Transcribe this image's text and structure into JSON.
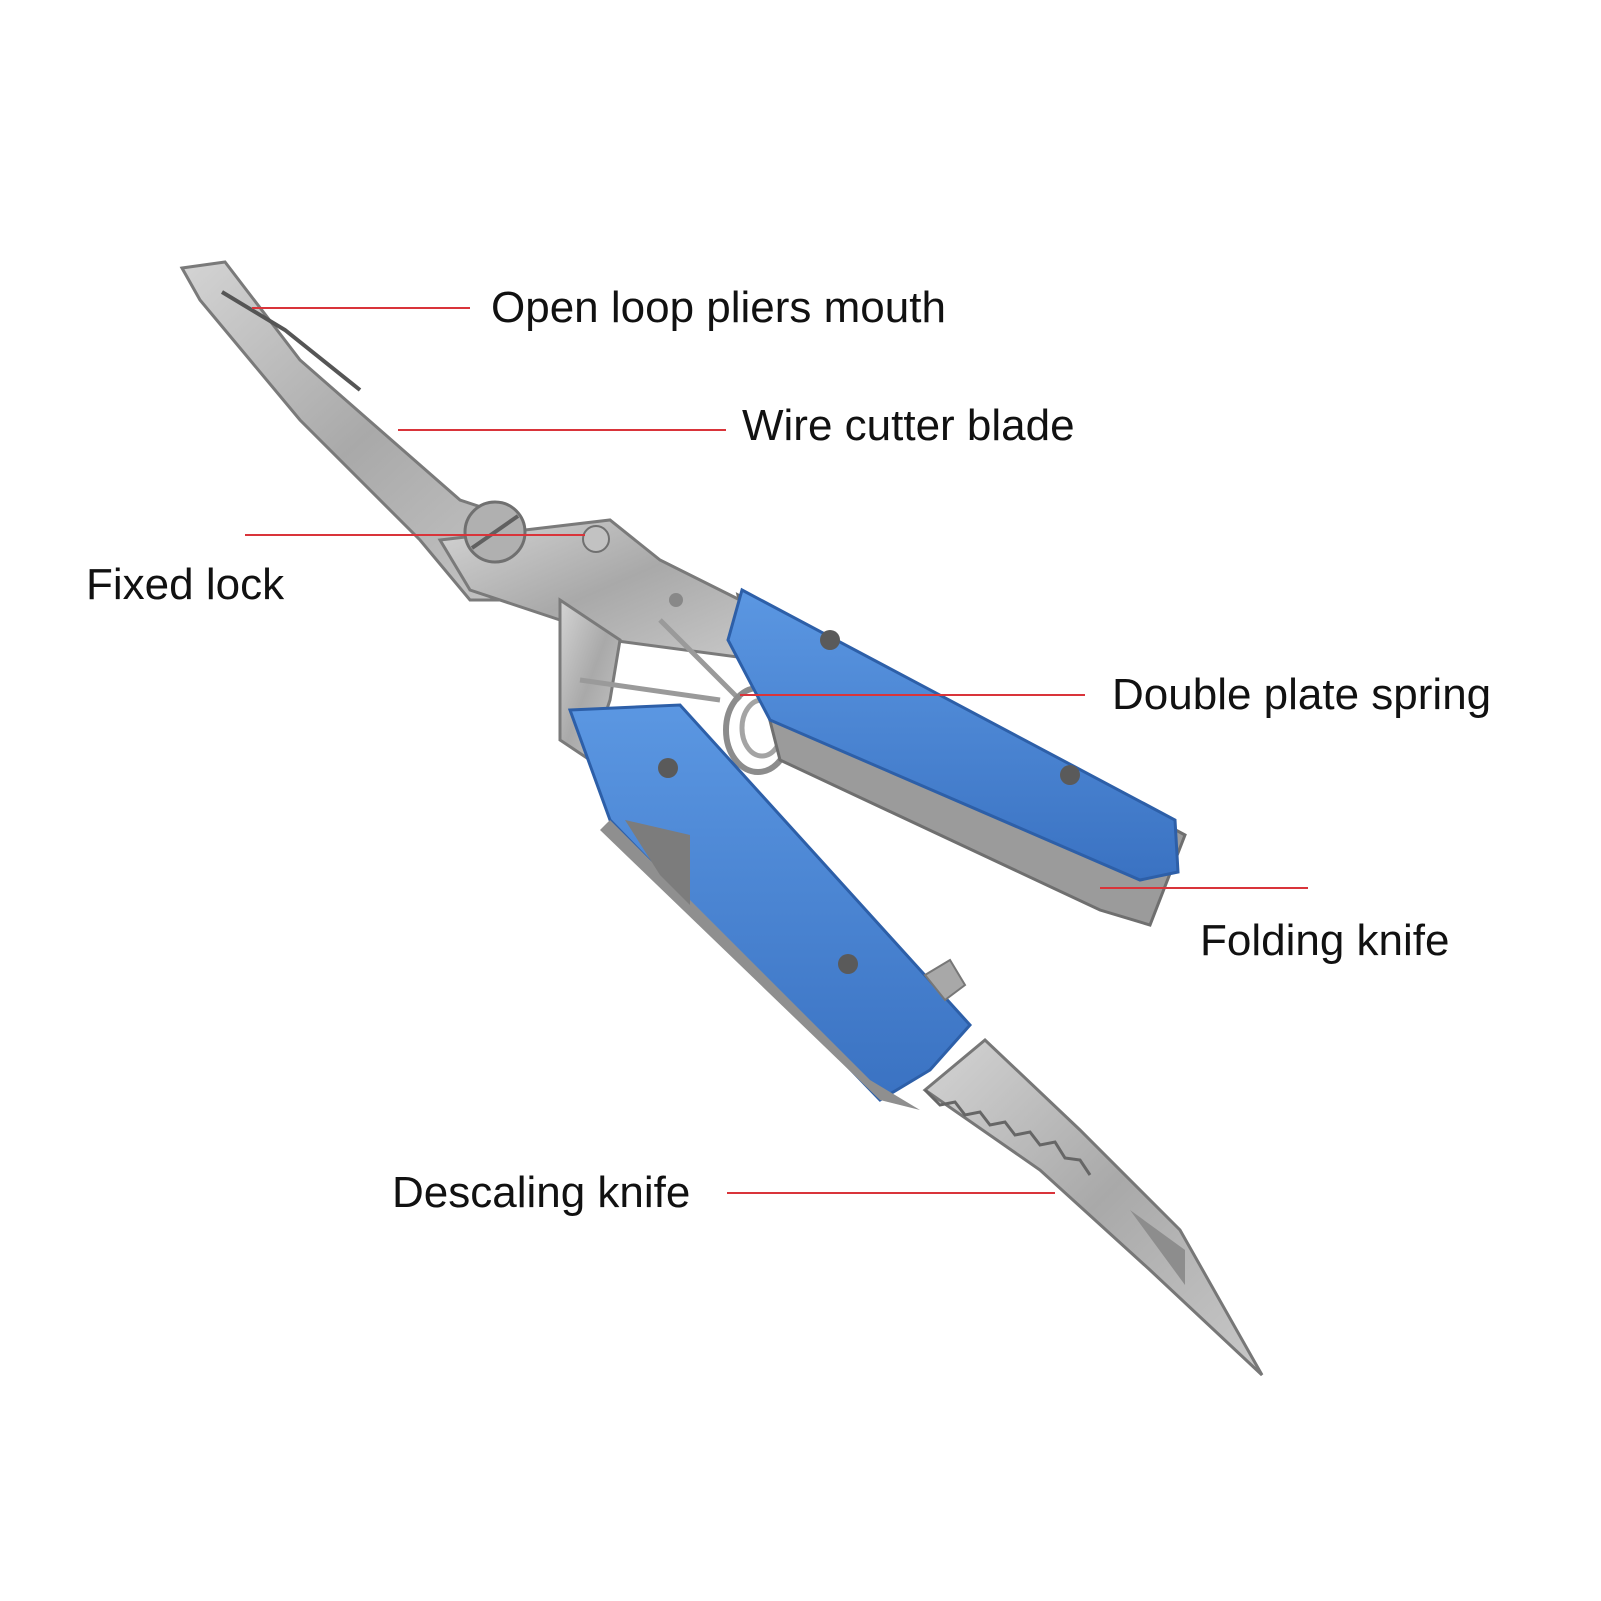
{
  "colors": {
    "background": "#ffffff",
    "leader_line": "#d9343a",
    "handle_blue": "#4a86d4",
    "handle_blue_dark": "#2f63ad",
    "steel": "#b9b9b9",
    "steel_dark": "#8a8a8a"
  },
  "callouts": {
    "open_loop": "Open loop pliers mouth",
    "wire_cutter": "Wire cutter blade",
    "fixed_lock": "Fixed lock",
    "spring": "Double plate spring",
    "folding_knife": "Folding knife",
    "descaling_knife": "Descaling knife"
  }
}
